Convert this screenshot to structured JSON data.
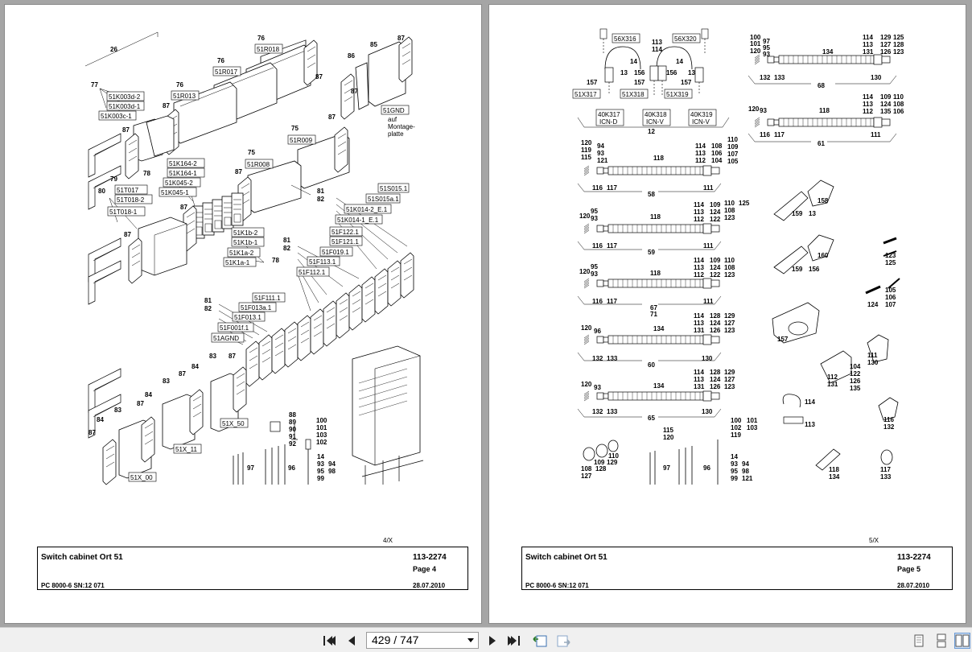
{
  "document": {
    "left_page": {
      "page_marker": "4/X",
      "title": "Switch cabinet Ort 51",
      "subtitle": "PC 8000-6 SN:12 071",
      "doc_number": "113-2274",
      "page_label": "Page 4",
      "date": "28.07.2010",
      "labels": {
        "l26": "26",
        "l76a": "76",
        "l76b": "76",
        "l76c": "76",
        "l77": "77",
        "l87a": "87",
        "l87b": "87",
        "l87c": "87",
        "l85": "85",
        "l86": "86",
        "l87d": "87",
        "l87e": "87",
        "b51R018": "51R018",
        "b51R017": "51R017",
        "b51R013": "51R013",
        "b51K003d2": "51K003d-2",
        "b51K003d1": "51K003d-1",
        "b51K003c1": "51K003c-1",
        "b51GND": "51GND",
        "auf": "auf",
        "montage": "Montage-",
        "platte": "platte",
        "l75a": "75",
        "l75b": "75",
        "b51R009": "51R009",
        "b51R008": "51R008",
        "l87f": "87",
        "l87g": "87",
        "l78a": "78",
        "b51K1642": "51K164-2",
        "b51K1641": "51K164-1",
        "b51K0452": "51K045-2",
        "b51K0451": "51K045-1",
        "l79": "79",
        "l80": "80",
        "b51T017": "51T017",
        "b51T0182": "51T018-2",
        "b51T0181": "51T018-1",
        "l87h": "87",
        "l87i": "87",
        "b51K1b2": "51K1b-2",
        "b51K1b1": "51K1b-1",
        "b51K1a2": "51K1a-2",
        "b51K1a1": "51K1a-1",
        "l78b": "78",
        "l81a": "81",
        "l82a": "82",
        "b51S0151": "51S015.1",
        "b51S015a1": "51S015a.1",
        "b51K0142E1": "51K014-2_E.1",
        "b51K0141E1": "51K014-1_E.1",
        "l81b": "81",
        "l82b": "82",
        "b51F1221": "51F122.1",
        "b51F1211": "51F121.1",
        "b51F0191": "51F019.1",
        "b51F1131": "51F113.1",
        "b51F1121": "51F112.1",
        "l81c": "81",
        "l82c": "82",
        "b51F1111": "51F111.1",
        "b51F013a1": "51F013a.1",
        "b51F0131": "51F013.1",
        "b51F001f1": "51F001f.1",
        "b51AGND": "51AGND",
        "l83a": "83",
        "l87j": "87",
        "l84a": "84",
        "l83b": "83",
        "l87k": "87",
        "l84b": "84",
        "l83c": "83",
        "l87l": "87",
        "l84c": "84",
        "l87m": "87",
        "b51X50": "51X_50",
        "b51X11": "51X_11",
        "b51X00": "51X_00",
        "l88": "88",
        "l89": "89",
        "l90": "90",
        "l91": "91",
        "l92": "92",
        "l100": "100",
        "l101": "101",
        "l103": "103",
        "l102": "102",
        "l97": "97",
        "l96": "96",
        "l14": "14",
        "l93": "93",
        "l95": "95",
        "l99": "99",
        "l94": "94",
        "l98": "98"
      }
    },
    "right_page": {
      "page_marker": "5/X",
      "title": "Switch cabinet Ort 51",
      "subtitle": "PC 8000-6 SN:12 071",
      "doc_number": "113-2274",
      "page_label": "Page 5",
      "date": "28.07.2010",
      "labels": {
        "b56X316": "56X316",
        "b56X320": "56X320",
        "r113a": "113",
        "r114a": "114",
        "r14a": "14",
        "r14b": "14",
        "r13a": "13",
        "r156a": "156",
        "r156b": "156",
        "r13b": "13",
        "r157a": "157",
        "r157b": "157",
        "r157c": "157",
        "b51X317": "51X317",
        "b51X318": "51X318",
        "b51X319": "51X319",
        "b40K317": "40K317",
        "icnd": "ICN-D",
        "b40K318": "40K318",
        "icnv1": "ICN-V",
        "b40K319": "40K319",
        "icnv2": "ICN-V",
        "r12": "12",
        "r100": "100",
        "r101": "101",
        "r120a": "120",
        "r97": "97",
        "r95": "95",
        "r93a": "93",
        "r134a": "134",
        "r114b": "114",
        "r113b": "113",
        "r131a": "131",
        "r129a": "129",
        "r127a": "127",
        "r126a": "126",
        "r125a": "125",
        "r128a": "128",
        "r123a": "123",
        "r132a": "132",
        "r133a": "133",
        "r130a": "130",
        "r68": "68",
        "r120b": "120",
        "r93b": "93",
        "r118a": "118",
        "r114c": "114",
        "r113c": "113",
        "r112a": "112",
        "r109a": "109",
        "r124a": "124",
        "r135a": "135",
        "r110a": "110",
        "r108a": "108",
        "r106a": "106",
        "r116a": "116",
        "r117a": "117",
        "r111a": "111",
        "r61": "61",
        "r120c": "120",
        "r119": "119",
        "r115": "115",
        "r94": "94",
        "r93c": "93",
        "r121": "121",
        "r118b": "118",
        "r114d": "114",
        "r113d": "113",
        "r112b": "112",
        "r108b": "108",
        "r106b": "106",
        "r104": "104",
        "r110b": "110",
        "r109b": "109",
        "r107": "107",
        "r105": "105",
        "r116b": "116",
        "r117b": "117",
        "r111b": "111",
        "r58": "58",
        "r120d": "120",
        "r95b": "95",
        "r93d": "93",
        "r118c": "118",
        "r114e": "114",
        "r113e": "113",
        "r112c": "112",
        "r109c": "109",
        "r124b": "124",
        "r122a": "122",
        "r110c": "110",
        "r108c": "108",
        "r123b": "123",
        "r125b": "125",
        "r116c": "116",
        "r117c": "117",
        "r111c": "111",
        "r59": "59",
        "r120e": "120",
        "r95c": "95",
        "r93e": "93",
        "r118d": "118",
        "r114f": "114",
        "r113f": "113",
        "r112d": "112",
        "r109d": "109",
        "r124c": "124",
        "r122b": "122",
        "r110d": "110",
        "r108d": "108",
        "r123c": "123",
        "r116d": "116",
        "r117d": "117",
        "r111d": "111",
        "r67": "67",
        "r71": "71",
        "r120f": "120",
        "r96": "96",
        "r134b": "134",
        "r114g": "114",
        "r113g": "113",
        "r131b": "131",
        "r128b": "128",
        "r124d": "124",
        "r126b": "126",
        "r129b": "129",
        "r127b": "127",
        "r123d": "123",
        "r132b": "132",
        "r133b": "133",
        "r130b": "130",
        "r60": "60",
        "r120g": "120",
        "r93f": "93",
        "r134c": "134",
        "r114h": "114",
        "r113h": "113",
        "r131c": "131",
        "r128c": "128",
        "r124e": "124",
        "r126c": "126",
        "r129c": "129",
        "r127c": "127",
        "r123e": "123",
        "r132c": "132",
        "r133c": "133",
        "r130c": "130",
        "r65": "65",
        "r158": "158",
        "r159a": "159",
        "r13c": "13",
        "r160": "160",
        "r159b": "159",
        "r156c": "156",
        "r157d": "157",
        "r123f": "123",
        "r125c": "125",
        "r124f": "124",
        "r105b": "105",
        "r106c": "106",
        "r107b": "107",
        "r111e": "111",
        "r130d": "130",
        "r112e": "112",
        "r131d": "131",
        "r104b": "104",
        "r122c": "122",
        "r126d": "126",
        "r135b": "135",
        "r114i": "114",
        "r113i": "113",
        "r116e": "116",
        "r132d": "132",
        "r118e": "118",
        "r134d": "134",
        "r117e": "117",
        "r133d": "133",
        "r108e": "108",
        "r128d": "128",
        "r127d": "127",
        "r109e": "109",
        "r129d": "129",
        "r110e": "110",
        "r115b": "115",
        "r120h": "120",
        "r97b": "97",
        "r96b": "96",
        "r100b": "100",
        "r102": "102",
        "r119b": "119",
        "r101b": "101",
        "r103b": "103",
        "r14c": "14",
        "r93g": "93",
        "r95d": "95",
        "r99b": "99",
        "r94b": "94",
        "r98b": "98",
        "r121b": "121"
      }
    }
  },
  "toolbar": {
    "current_page": "429",
    "separator": "/",
    "total_pages": "747",
    "page_display": "429 / 747",
    "icons": {
      "first": "first-page-icon",
      "prev": "previous-page-icon",
      "next": "next-page-icon",
      "last": "last-page-icon",
      "back_view": "previous-view-icon",
      "forward_view": "next-view-icon",
      "single": "single-page-view-icon",
      "continuous": "continuous-view-icon",
      "facing": "facing-pages-view-icon"
    }
  }
}
